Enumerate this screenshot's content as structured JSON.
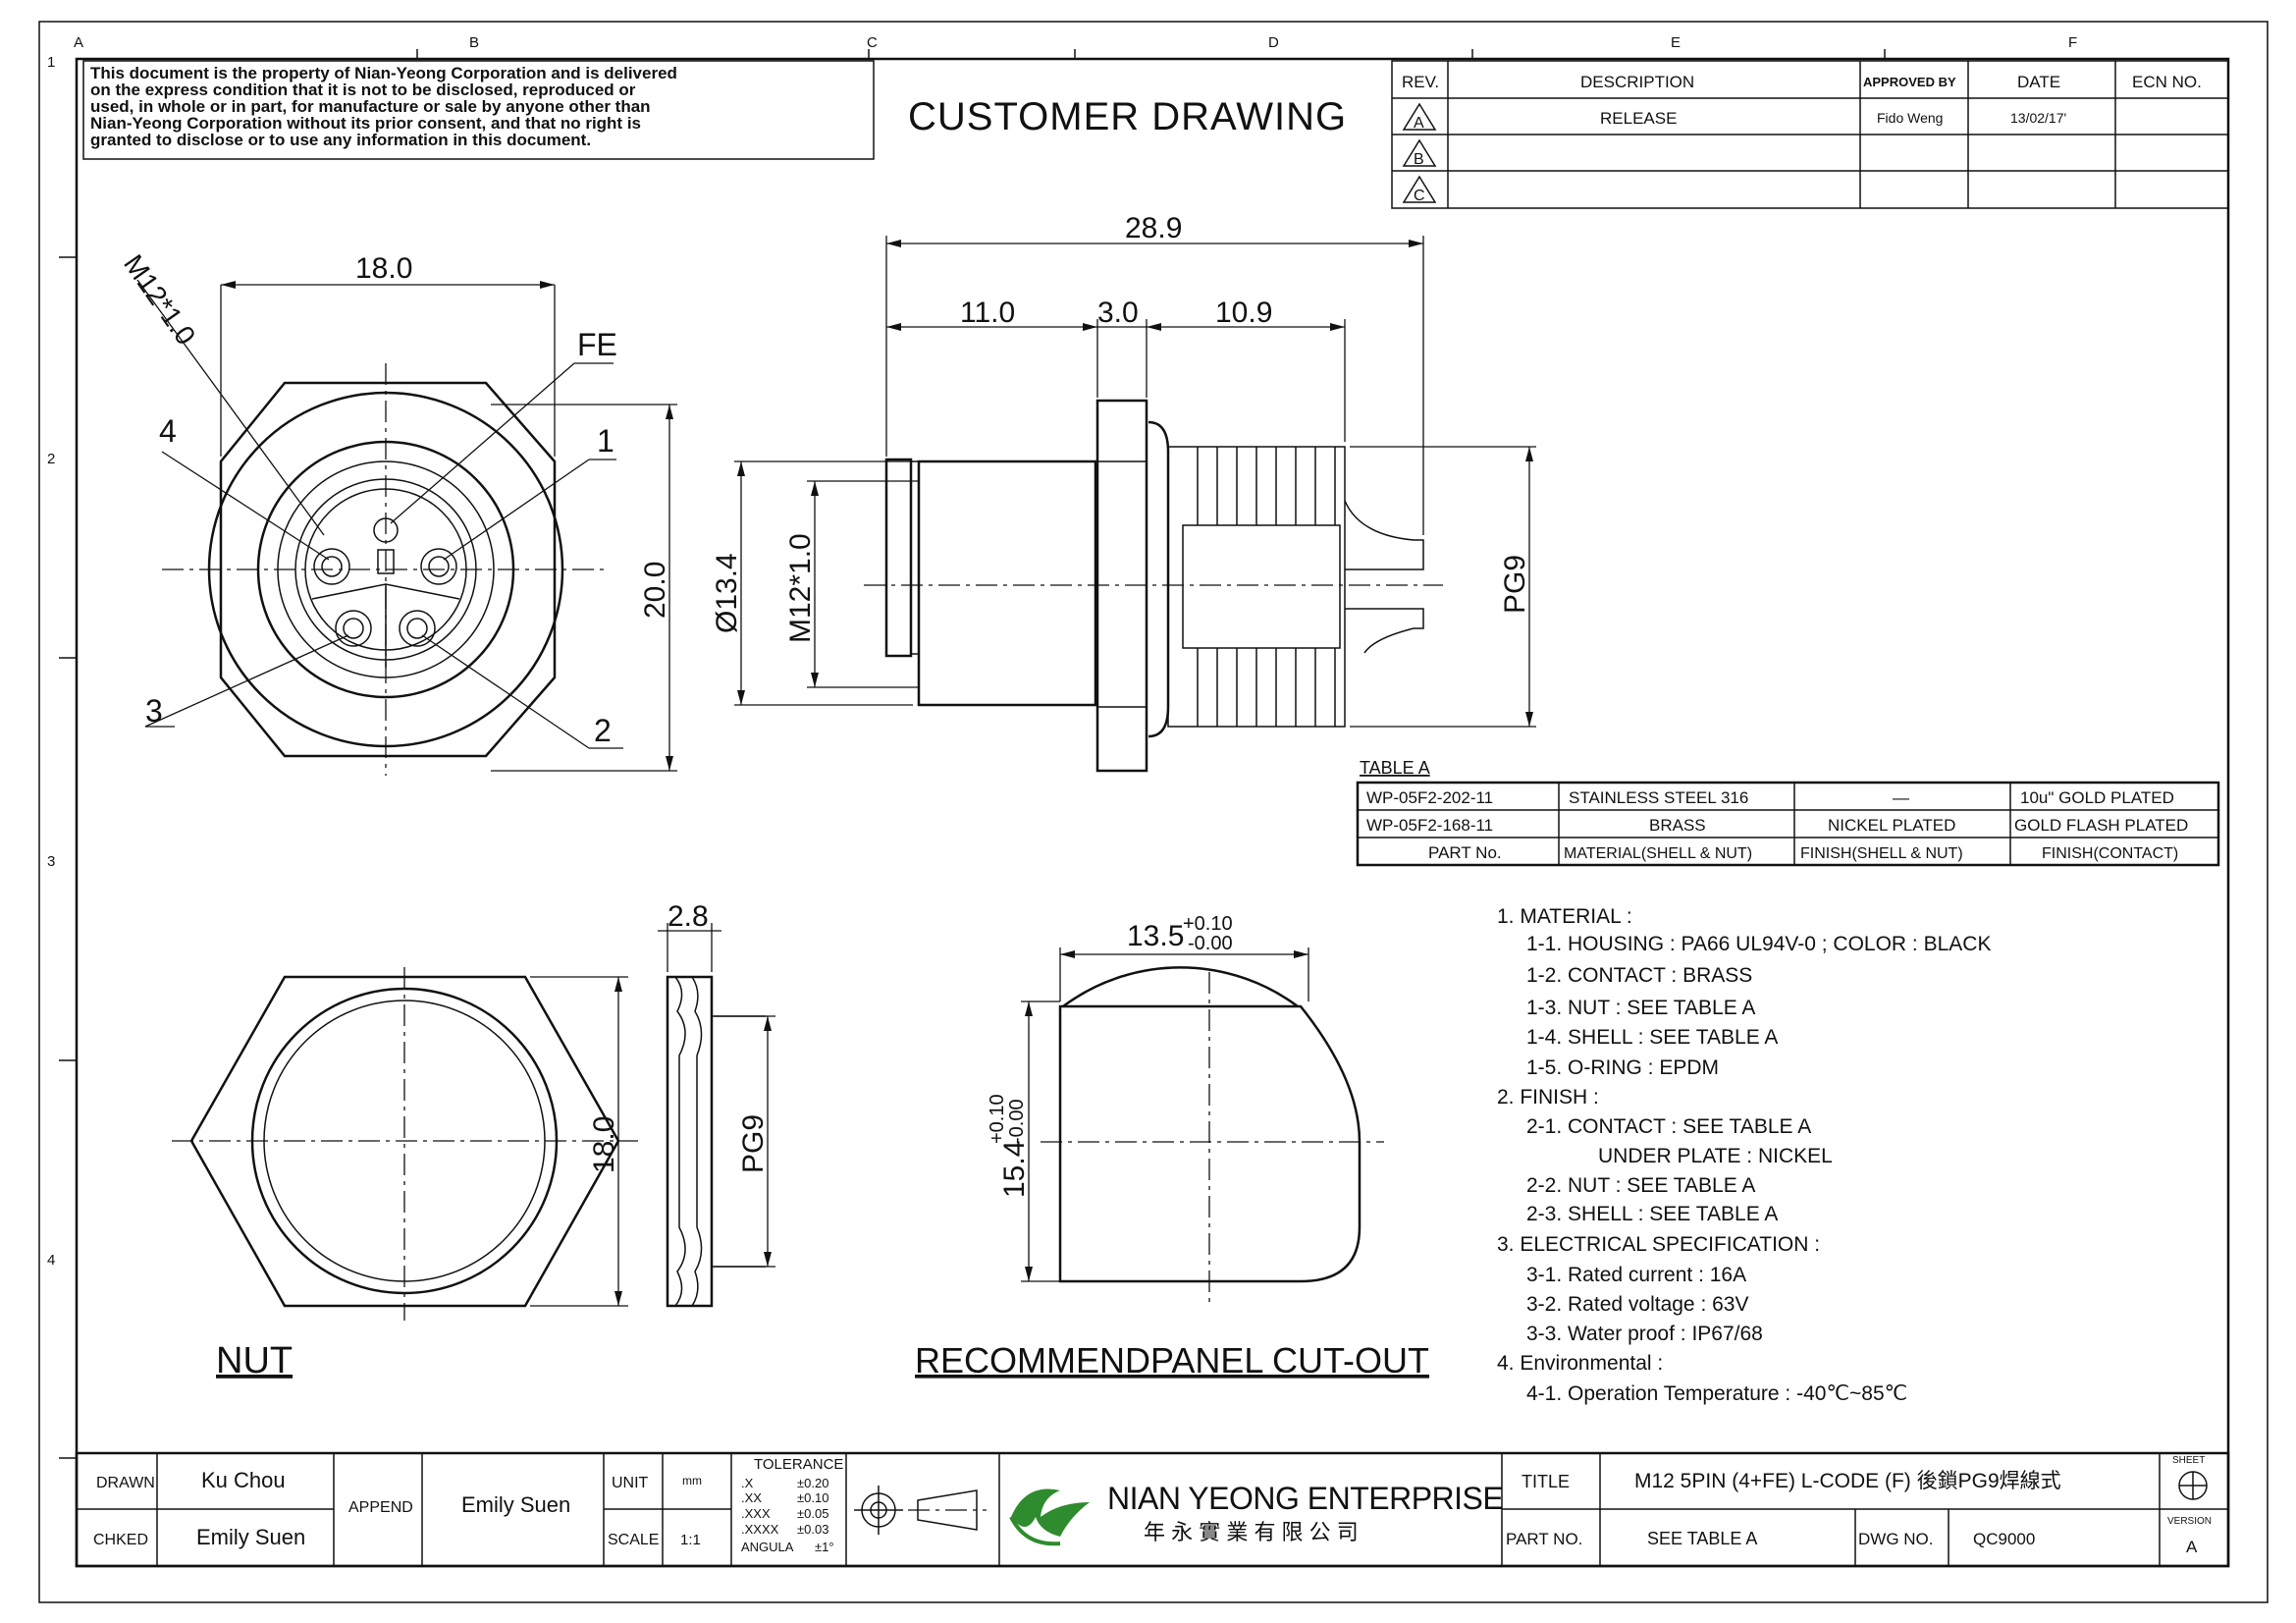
{
  "border": {
    "col_markers": [
      "A",
      "B",
      "C",
      "D",
      "E",
      "F"
    ],
    "row_markers": [
      "1",
      "2",
      "3",
      "4"
    ]
  },
  "notice": {
    "lines": [
      "This document is the property of Nian-Yeong Corporation and is delivered",
      "on  the  express condition that it is not to be disclosed, reproduced or",
      "used, in whole or in part, for manufacture or sale by anyone other than",
      "Nian-Yeong Corporation without  its prior consent, and that  no right  is",
      "granted to disclose or to use any information in this  document."
    ]
  },
  "drawing_title": "CUSTOMER  DRAWING",
  "revision_table": {
    "headers": [
      "REV.",
      "DESCRIPTION",
      "APPROVED BY",
      "DATE",
      "ECN NO."
    ],
    "rows": [
      {
        "rev": "A",
        "description": "RELEASE",
        "approved_by": "Fido Weng",
        "date": "13/02/17'",
        "ecn": ""
      },
      {
        "rev": "B",
        "description": "",
        "approved_by": "",
        "date": "",
        "ecn": ""
      },
      {
        "rev": "C",
        "description": "",
        "approved_by": "",
        "date": "",
        "ecn": ""
      }
    ]
  },
  "front_view": {
    "dim_width": "18.0",
    "dim_height": "20.0",
    "thread_label": "M12*1.0",
    "label_fe": "FE",
    "pin_labels": [
      "1",
      "2",
      "3",
      "4"
    ]
  },
  "side_view": {
    "dim_total": "28.9",
    "dim_a": "11.0",
    "dim_b": "3.0",
    "dim_c": "10.9",
    "dim_dia": "Ø13.4",
    "dim_thread": "M12*1.0",
    "dim_pg": "PG9"
  },
  "table_a": {
    "title": "TABLE A",
    "rows": [
      [
        "WP-05F2-202-11",
        "STAINLESS STEEL 316",
        "—",
        "10u\" GOLD PLATED"
      ],
      [
        "WP-05F2-168-11",
        "BRASS",
        "NICKEL PLATED",
        "GOLD FLASH PLATED"
      ]
    ],
    "header": [
      "PART No.",
      "MATERIAL(SHELL & NUT)",
      "FINISH(SHELL & NUT)",
      "FINISH(CONTACT)"
    ]
  },
  "nut_view": {
    "dim_thickness": "2.8",
    "dim_height": "18.0",
    "dim_pg": "PG9",
    "label": "NUT"
  },
  "cutout_view": {
    "dim_width": "13.5",
    "dim_width_tol_plus": "+0.10",
    "dim_width_tol_minus": "-0.00",
    "dim_height": "15.4",
    "dim_height_tol_plus": "+0.10",
    "dim_height_tol_minus": "-0.00",
    "label": "RECOMMENDPANEL  CUT-OUT"
  },
  "notes": [
    "1.  MATERIAL  :",
    "1-1.  HOUSING  :  PA66  UL94V-0  ;  COLOR  :  BLACK",
    "1-2.  CONTACT  :  BRASS",
    "1-3.  NUT  :  SEE  TABLE  A",
    "1-4.  SHELL  :  SEE  TABLE  A",
    "1-5.  O-RING  :  EPDM",
    "2.  FINISH  :",
    "2-1.  CONTACT  :  SEE  TABLE  A",
    "UNDER  PLATE  :  NICKEL",
    "2-2.  NUT  :  SEE  TABLE  A",
    "2-3.  SHELL  :  SEE  TABLE  A",
    "3.  ELECTRICAL  SPECIFICATION  :",
    "3-1.  Rated  current  :  16A",
    "3-2.  Rated  voltage  :  63V",
    "3-3.  Water  proof  :  IP67/68",
    "4.  Environmental  :",
    "4-1.  Operation  Temperature  :  -40℃~85℃"
  ],
  "title_block": {
    "drawn_label": "DRAWN",
    "drawn_value": "Ku Chou",
    "checked_label": "CHKED",
    "checked_value": "Emily Suen",
    "append_label": "APPEND",
    "append_value": "Emily Suen",
    "unit_label": "UNIT",
    "unit_value": "mm",
    "scale_label": "SCALE",
    "scale_value": "1:1",
    "tolerance_title": "TOLERANCE",
    "tolerance_rows": [
      [
        ".X",
        "±0.20"
      ],
      [
        ".XX",
        "±0.10"
      ],
      [
        ".XXX",
        "±0.05"
      ],
      [
        ".XXXX",
        "±0.03"
      ],
      [
        "ANGULA",
        "±1°"
      ]
    ],
    "company_en": "NIAN YEONG ENTERPRISE",
    "company_zh": "年 永 實 業 有 限 公 司",
    "title_label": "TITLE",
    "title_value": "M12  5PIN  (4+FE)  L-CODE  (F)  後鎖PG9焊線式",
    "part_label": "PART NO.",
    "part_value": "SEE  TABLE  A",
    "dwg_label": "DWG NO.",
    "dwg_value": "QC9000",
    "sheet_label": "SHEET",
    "version_label": "VERSION",
    "version_value": "A"
  },
  "colors": {
    "logo_green": "#2e8b2e",
    "ink": "#111111"
  }
}
